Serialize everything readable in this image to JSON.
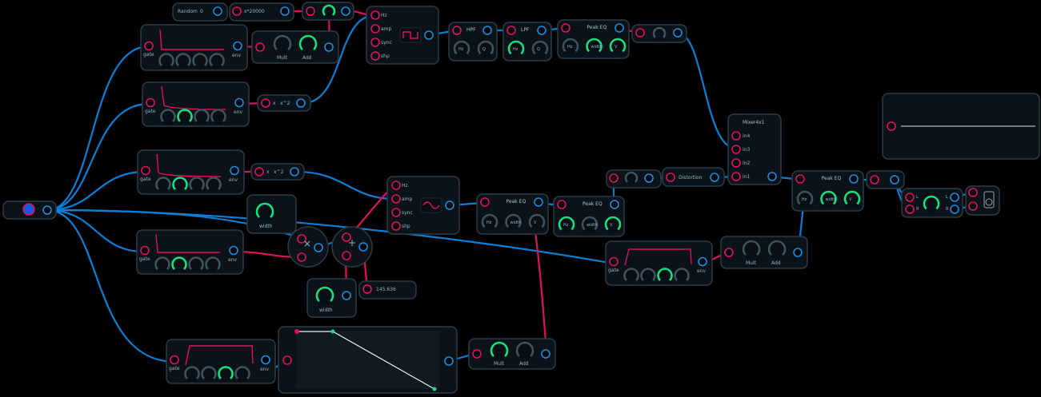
{
  "colors": {
    "background": "#000000",
    "panel": "#0b1218",
    "panel_border": "#2a3c48",
    "wire_control": "#0a7fd8",
    "wire_audio": "#e0115f",
    "port_in": "#e0115f",
    "port_out": "#1a8ce0",
    "knob_active": "#18e080",
    "knob_idle": "#3f5260",
    "envelope": "#e0115f"
  },
  "random": {
    "label": "Random",
    "value": "0"
  },
  "scale_node": {
    "label": "x*20000"
  },
  "square_osc": {
    "ports": [
      "Hz",
      "amp",
      "sync",
      "shp"
    ],
    "wave": "square"
  },
  "sine_osc": {
    "ports": [
      "Hz",
      "amp",
      "sync",
      "shp"
    ],
    "wave": "sine"
  },
  "hpf": {
    "title": "HPF",
    "knobs": [
      "Hz",
      "Q"
    ]
  },
  "lpf": {
    "title": "LPF",
    "knobs": [
      "Hz",
      "Q"
    ]
  },
  "peak_eq": {
    "title": "Peak EQ",
    "knobs": [
      "Hz",
      "width",
      "V"
    ]
  },
  "env": {
    "in_label": "gate",
    "out_label": "env"
  },
  "mult_add": {
    "mult": "Mult",
    "add": "Add"
  },
  "power": {
    "in_label": "x",
    "out_label": "x^2"
  },
  "mixer": {
    "title": "Mixer4x1",
    "inputs": [
      "in4",
      "in3",
      "in2",
      "in1"
    ]
  },
  "distortion": {
    "label": "Distortion"
  },
  "width_knob": {
    "label": "width"
  },
  "constant": {
    "value": "145.636"
  },
  "ops": {
    "multiply": "×",
    "add": "+"
  },
  "stereo": {
    "left": "L",
    "right": "R"
  }
}
